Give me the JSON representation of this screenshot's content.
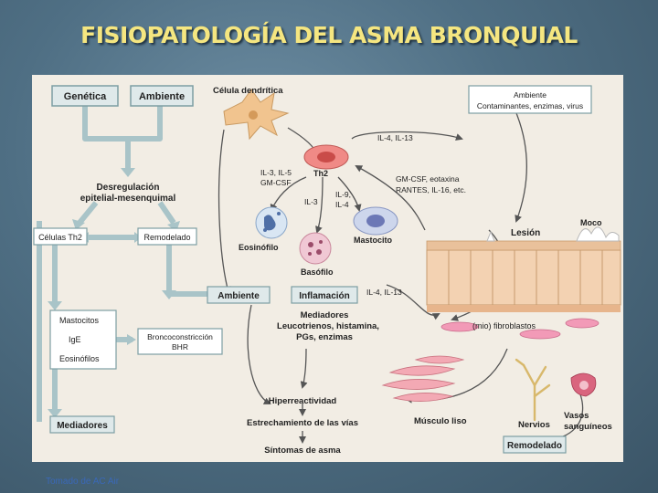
{
  "title": "FISIOPATOLOGÍA DEL ASMA BRONQUIAL",
  "credit": "Tomado de AC Air",
  "left_chart": {
    "genetica": "Genética",
    "ambiente": "Ambiente",
    "desregulacion_1": "Desregulación",
    "desregulacion_2": "epitelial-mesenquimal",
    "celulas_th2": "Células Th2",
    "remodelado": "Remodelado",
    "mastocitos": "Mastocitos",
    "ige": "IgE",
    "eosinofilos": "Eosinófilos",
    "bronco_1": "Broncoconstricción",
    "bronco_2": "BHR",
    "mediadores": "Mediadores"
  },
  "right_chart": {
    "celula_dendritica": "Célula dendrítica",
    "ambiente_box_1": "Ambiente",
    "ambiente_box_2": "Contaminantes, enzimas, virus",
    "il4_il13_top": "IL-4, IL-13",
    "th2": "Th2",
    "il3_il5_1": "IL-3, IL-5",
    "il3_il5_2": "GM-CSF",
    "il3": "IL-3",
    "il9_1": "IL-9,",
    "il9_2": "IL-4",
    "gmcsf_1": "GM-CSF, eotaxina",
    "gmcsf_2": "RANTES, IL-16, etc.",
    "eosinofilo": "Eosinófilo",
    "mastocito": "Mastocito",
    "basofilo": "Basófilo",
    "lesion": "Lesión",
    "moco": "Moco",
    "ambiente_btn": "Ambiente",
    "inflamacion_btn": "Inflamación",
    "il4_il13_mid": "IL-4, IL-13",
    "mediadores_1": "Mediadores",
    "mediadores_2": "Leucotrienos, histamina,",
    "mediadores_3": "PGs, enzimas",
    "mio_fibroblastos": "(mio) fibroblastos",
    "hiperreactividad": "Hiperreactividad",
    "estrechamiento": "Estrechamiento de las vías",
    "sintomas": "Síntomas de asma",
    "musculo_liso": "Músculo liso",
    "nervios": "Nervios",
    "vasos_1": "Vasos",
    "vasos_2": "sanguíneos",
    "remodelado_box": "Remodelado"
  }
}
